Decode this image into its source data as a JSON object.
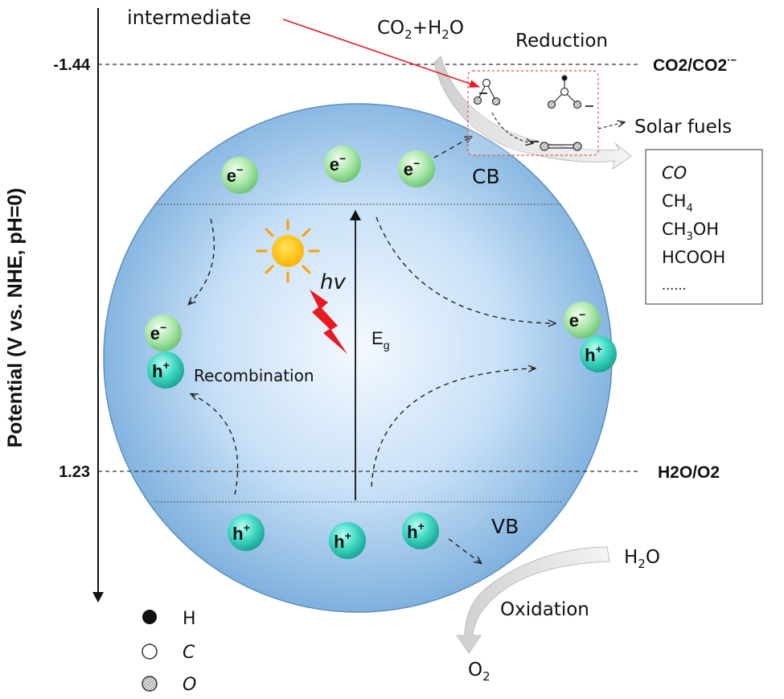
{
  "axis": {
    "label": "Potential (V vs. NHE, pH=0)",
    "tick_top": "-1.44",
    "tick_bottom": "1.23"
  },
  "couples": {
    "top": {
      "main": "CO2/CO2",
      "sup": "·−"
    },
    "bottom": "H2O/O2"
  },
  "bands": {
    "cb": "CB",
    "vb": "VB",
    "gap_main": "E",
    "gap_sub": "g",
    "light": "hv"
  },
  "carriers": {
    "electron_main": "e",
    "electron_sup": "−",
    "hole_main": "h",
    "hole_sup": "+"
  },
  "labels": {
    "recombination": "Recombination",
    "intermediate": "intermediate",
    "reduction": "Reduction",
    "solar_fuels": "Solar fuels",
    "oxidation": "Oxidation"
  },
  "reactants": {
    "co2_h2o": {
      "a": "CO",
      "a_sub": "2",
      "b": "+H",
      "b_sub": "2",
      "c": "O"
    },
    "h2o": {
      "a": "H",
      "a_sub": "2",
      "b": "O"
    },
    "o2": {
      "a": "O",
      "a_sub": "2"
    }
  },
  "products": [
    {
      "main": "CO",
      "sub": "",
      "tail": ""
    },
    {
      "main": "CH",
      "sub": "4",
      "tail": ""
    },
    {
      "main": "CH",
      "sub": "3",
      "tail": "OH"
    },
    {
      "main": "HCOOH",
      "sub": "",
      "tail": ""
    },
    {
      "main": "......",
      "sub": "",
      "tail": ""
    }
  ],
  "legend": [
    {
      "symbol": "black-atom",
      "label": "H"
    },
    {
      "symbol": "white-atom",
      "label": "C"
    },
    {
      "symbol": "hatched-atom",
      "label": "O"
    }
  ],
  "colors": {
    "sphere_center": "#eef6fd",
    "sphere_edge": "#7fb1de",
    "electron": "#9fe0a0",
    "hole": "#3fd6c2",
    "arrow_red": "#e8191f",
    "sun": "#ffc400"
  }
}
